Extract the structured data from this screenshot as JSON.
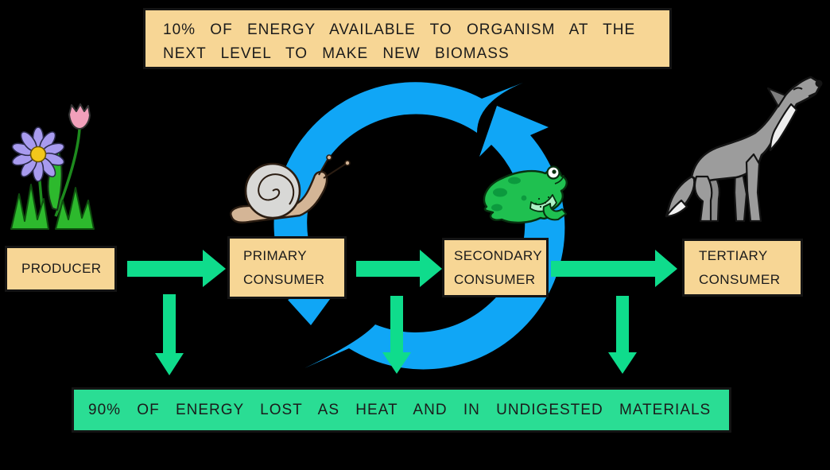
{
  "diagram": {
    "title_implicit": "Energy transfer between trophic levels",
    "top_note": {
      "line1": "10% OF ENERGY AVAILABLE TO ORGANISM AT THE",
      "line2": "NEXT LEVEL TO MAKE NEW BIOMASS"
    },
    "bottom_note": {
      "text": "90% OF ENERGY LOST AS HEAT AND IN UNDIGESTED MATERIALS"
    },
    "levels": [
      {
        "label_line1": "PRODUCER",
        "label_line2": "",
        "organism": "flower"
      },
      {
        "label_line1": "PRIMARY",
        "label_line2": "CONSUMER",
        "organism": "snail"
      },
      {
        "label_line1": "SECONDARY",
        "label_line2": "CONSUMER",
        "organism": "frog"
      },
      {
        "label_line1": "TERTIARY",
        "label_line2": "CONSUMER",
        "organism": "wolf"
      }
    ],
    "icons": [
      "flower-illustration",
      "snail-illustration",
      "frog-illustration",
      "wolf-illustration",
      "cycle-arrow-icon",
      "right-arrow-icon",
      "down-arrow-icon"
    ],
    "colors": {
      "background": "#000000",
      "label_box_fill": "#f7d695",
      "box_border": "#141414",
      "flow_arrow_green": "#0fdc8c",
      "loss_box_fill": "#2add94",
      "cycle_blue": "#10a6f6",
      "text": "#1b1b1b"
    }
  }
}
